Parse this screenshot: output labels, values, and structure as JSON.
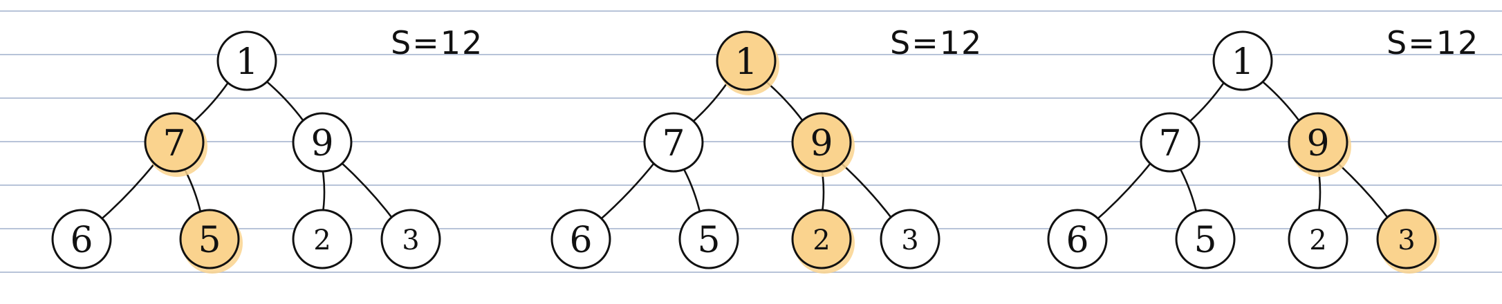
{
  "colors": {
    "paper": "#ffffff",
    "rule": "#b7c3d8",
    "ink": "#111111",
    "highlight": "#fad38e",
    "node_fill": "#ffffff"
  },
  "panels": [
    {
      "sum_label": "S=12",
      "nodes": [
        {
          "id": "root",
          "label": "1",
          "highlighted": false
        },
        {
          "id": "left",
          "label": "7",
          "highlighted": true
        },
        {
          "id": "right",
          "label": "9",
          "highlighted": false
        },
        {
          "id": "left-left",
          "label": "6",
          "highlighted": false
        },
        {
          "id": "left-right",
          "label": "5",
          "highlighted": true
        },
        {
          "id": "right-left",
          "label": "2",
          "highlighted": false
        },
        {
          "id": "right-right",
          "label": "3",
          "highlighted": false
        }
      ]
    },
    {
      "sum_label": "S=12",
      "nodes": [
        {
          "id": "root",
          "label": "1",
          "highlighted": true
        },
        {
          "id": "left",
          "label": "7",
          "highlighted": false
        },
        {
          "id": "right",
          "label": "9",
          "highlighted": true
        },
        {
          "id": "left-left",
          "label": "6",
          "highlighted": false
        },
        {
          "id": "left-right",
          "label": "5",
          "highlighted": false
        },
        {
          "id": "right-left",
          "label": "2",
          "highlighted": true
        },
        {
          "id": "right-right",
          "label": "3",
          "highlighted": false
        }
      ]
    },
    {
      "sum_label": "S=12",
      "nodes": [
        {
          "id": "root",
          "label": "1",
          "highlighted": false
        },
        {
          "id": "left",
          "label": "7",
          "highlighted": false
        },
        {
          "id": "right",
          "label": "9",
          "highlighted": true
        },
        {
          "id": "left-left",
          "label": "6",
          "highlighted": false
        },
        {
          "id": "left-right",
          "label": "5",
          "highlighted": false
        },
        {
          "id": "right-left",
          "label": "2",
          "highlighted": false
        },
        {
          "id": "right-right",
          "label": "3",
          "highlighted": true
        }
      ]
    }
  ]
}
